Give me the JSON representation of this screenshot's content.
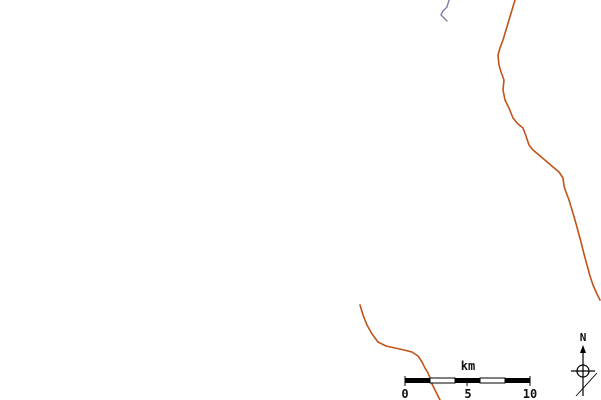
{
  "map": {
    "features": [
      {
        "name": "road-northeast",
        "kind": "road"
      },
      {
        "name": "road-southwest",
        "kind": "road"
      },
      {
        "name": "stream-north",
        "kind": "stream"
      }
    ],
    "colors": {
      "background": "#ffffff",
      "road": "#c0541a",
      "stream": "#7a7fa8",
      "ink": "#111111"
    }
  },
  "scale_bar": {
    "unit": "km",
    "labels": [
      "0",
      "5",
      "10"
    ]
  },
  "north_arrow": {
    "label": "N",
    "icon": "compass-north-arrow-icon"
  }
}
